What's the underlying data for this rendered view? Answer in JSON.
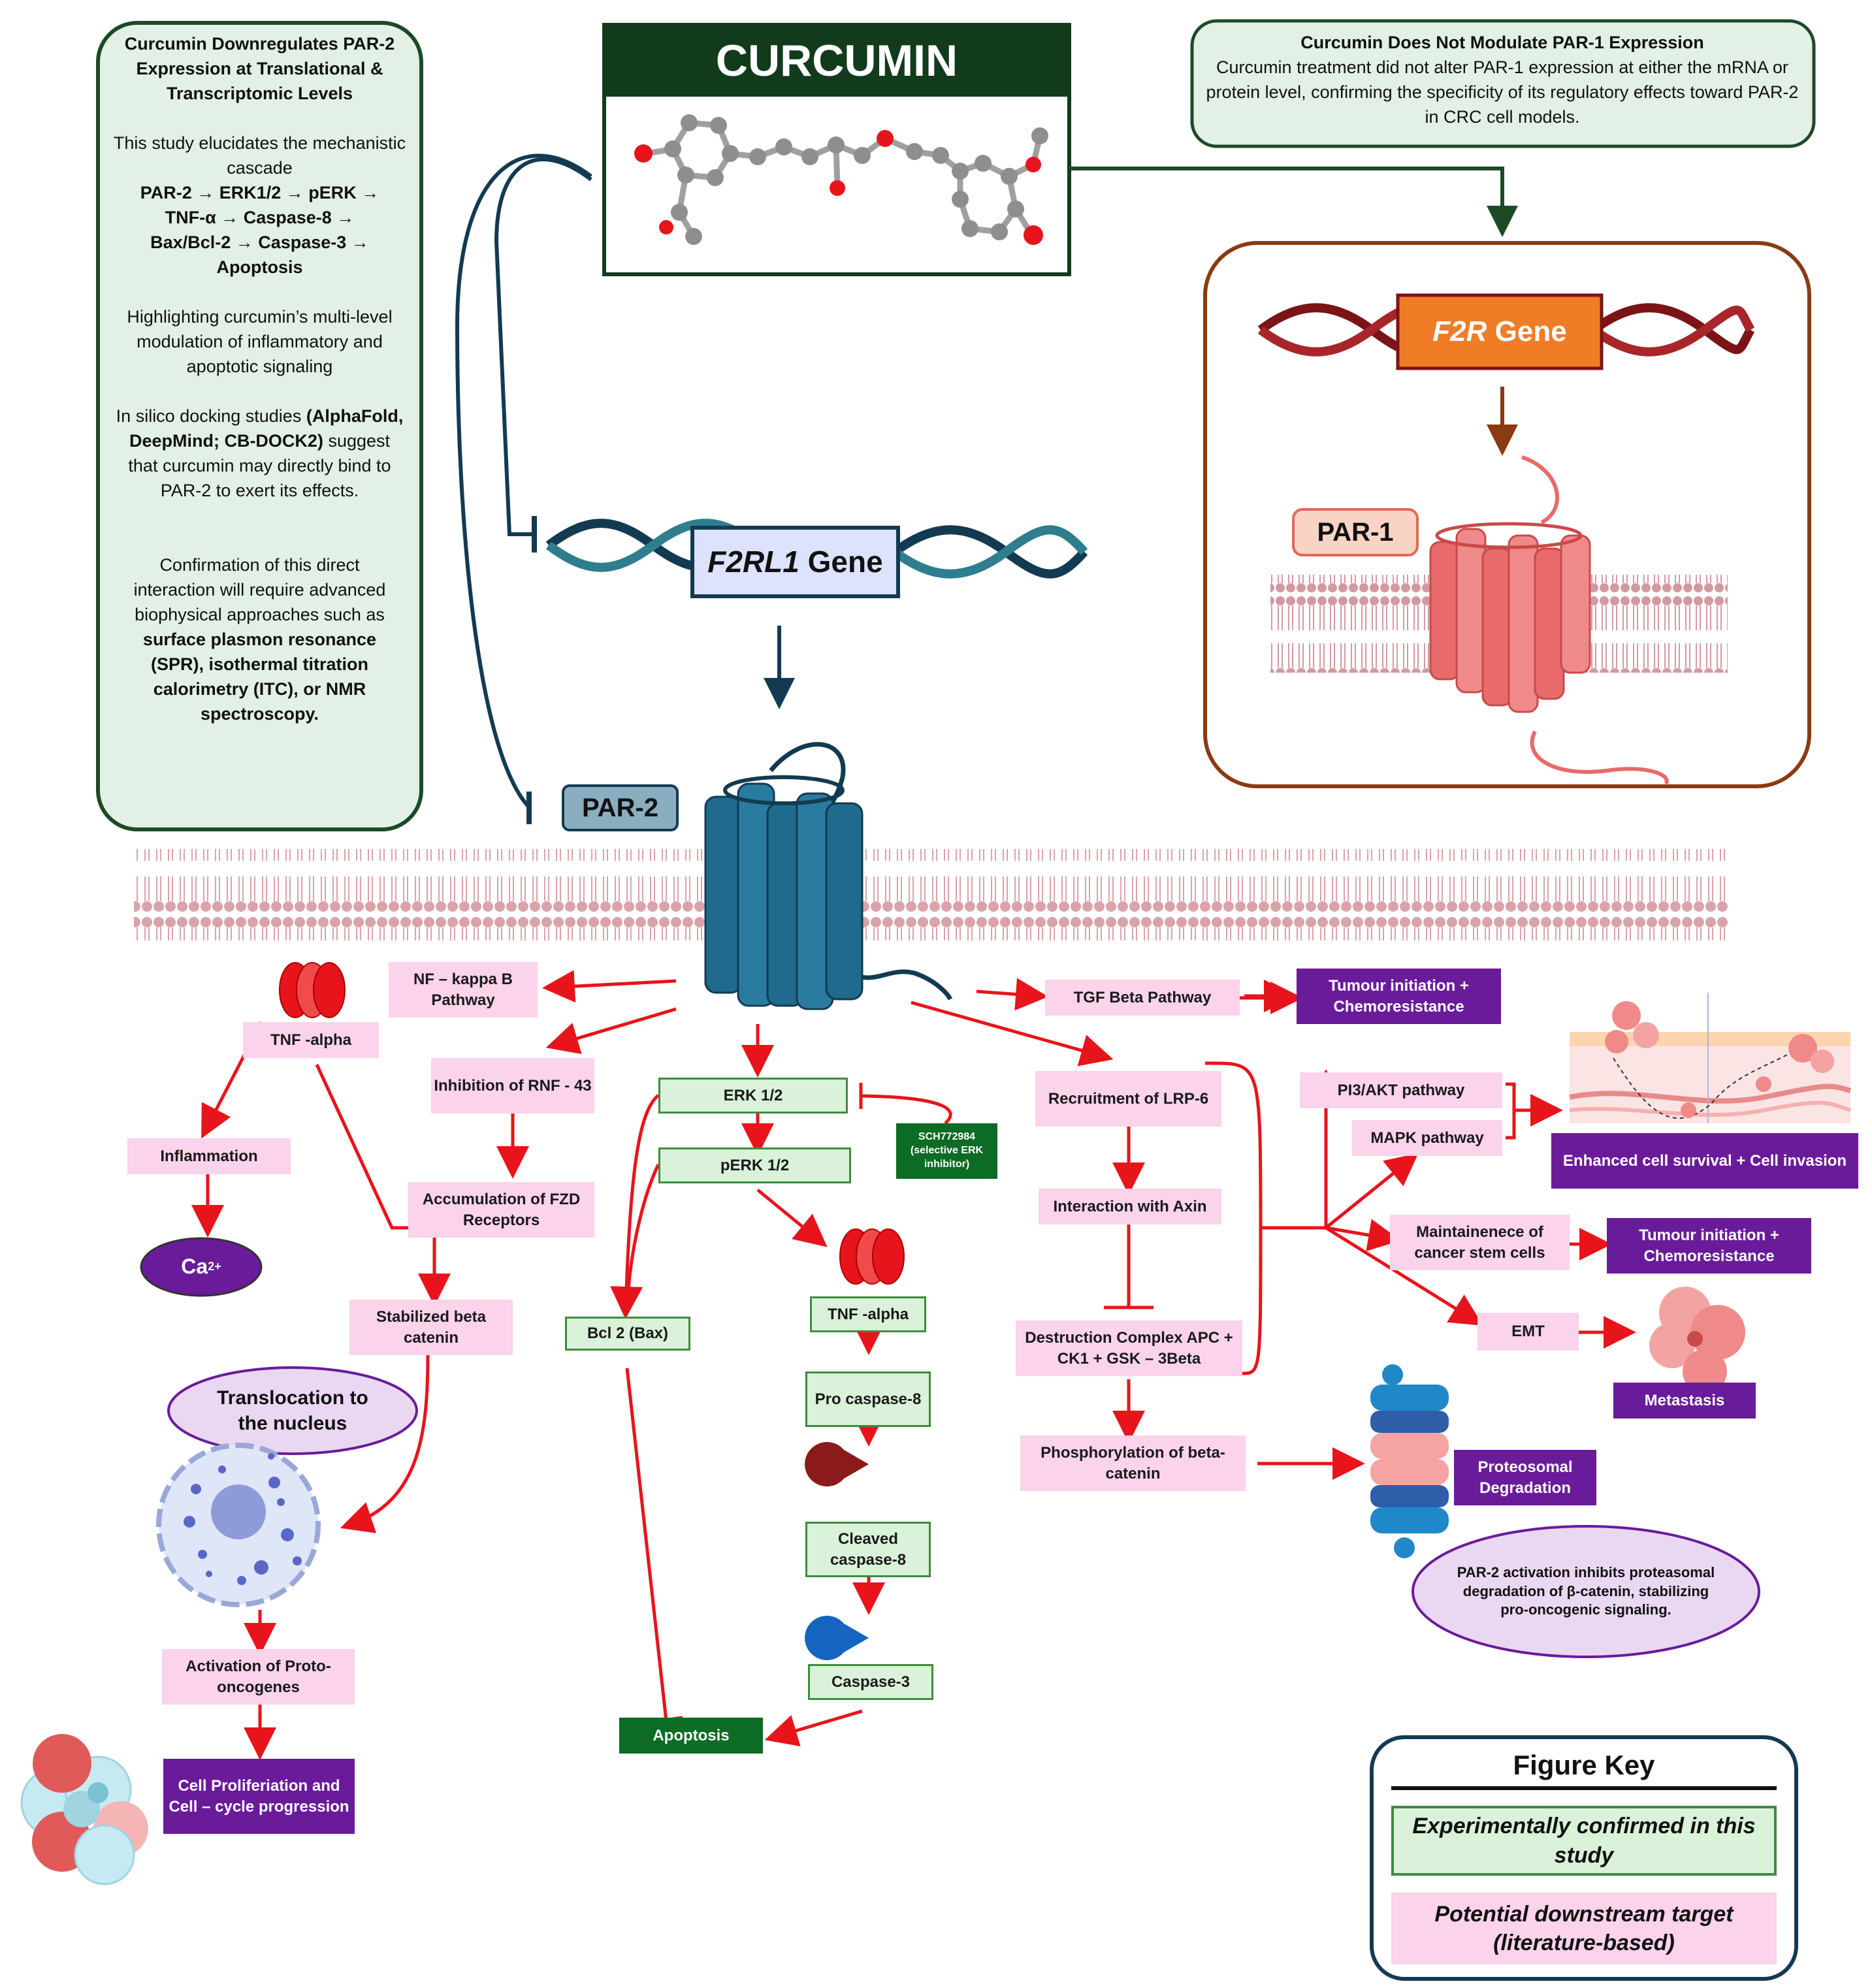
{
  "colors": {
    "arrow_red": "#e8141b",
    "dark_green": "#1d4a26",
    "panel_green_bg": "#e2f0e6",
    "pink_box": "#fbd3ea",
    "green_box": "#d9f2d9",
    "purple_box": "#6a1b9a",
    "par2_blue": "#1f6a8d",
    "par1_red": "#e86a6a",
    "dna_teal": "#123b52",
    "dna_maroon": "#7a1416",
    "gene_orange": "#f07c25",
    "brown_border": "#8b3a12"
  },
  "left_panel": {
    "title": "Curcumin Downregulates PAR-2 Expression at Translational & Transcriptomic Levels",
    "p1_text": "This study elucidates the mechanistic cascade",
    "p1_cascade": "PAR-2 → ERK1/2 → pERK → TNF-α → Caspase-8 → Bax/Bcl-2 → Caspase-3 → Apoptosis",
    "p2": "Highlighting curcumin’s multi-level modulation of inflammatory and apoptotic signaling",
    "p3_a": "In silico docking studies",
    "p3_bold": "(AlphaFold, DeepMind; CB-DOCK2)",
    "p3_b": "suggest that curcumin may directly bind to PAR-2 to exert its effects.",
    "p4_a": "Confirmation of this direct interaction will require advanced biophysical approaches such as",
    "p4_bold": "surface plasmon resonance (SPR), isothermal titration calorimetry (ITC), or NMR spectroscopy."
  },
  "curcumin": {
    "title": "CURCUMIN"
  },
  "right_panel": {
    "title": "Curcumin Does Not Modulate PAR-1 Expression",
    "body": "Curcumin treatment did not alter PAR-1 expression at either the mRNA or protein level, confirming the specificity of its regulatory effects toward PAR-2 in CRC cell models."
  },
  "genes": {
    "f2r_italic": "F2R",
    "f2r_suffix": " Gene",
    "f2rl1_italic": "F2RL1",
    "f2rl1_suffix": " Gene"
  },
  "receptors": {
    "par1": "PAR-1",
    "par2": "PAR-2"
  },
  "nodes": {
    "nfkb": "NF – kappa B Pathway",
    "tnf_left": "TNF -alpha",
    "inflammation": "Inflammation",
    "ca": "Ca",
    "ca_sup": "2+",
    "rnf43": "Inhibition of RNF - 43",
    "fzd": "Accumulation of FZD Receptors",
    "stab_beta": "Stabilized beta catenin",
    "translocation": "Translocation to the nucleus",
    "proto": "Activation of Proto-oncogenes",
    "prolif": "Cell Proliferiation and Cell – cycle progression",
    "erk": "ERK 1/2",
    "perk": "pERK 1/2",
    "sch": "SCH772984 (selective ERK inhibitor)",
    "bcl2": "Bcl 2 (Bax)",
    "tnf_mid": "TNF -alpha",
    "procasp8": "Pro caspase-8",
    "cleaved8": "Cleaved caspase-8",
    "casp3": "Caspase-3",
    "apoptosis": "Apoptosis",
    "tgf": "TGF Beta Pathway",
    "tumour1": "Tumour initiation + Chemoresistance",
    "lrp6": "Recruitment of LRP-6",
    "axin": "Interaction with Axin",
    "destruction": "Destruction Complex APC + CK1 + GSK – 3Beta",
    "phos": "Phosphorylation of beta-catenin",
    "proteo": "Proteosomal Degradation",
    "par2_note": "PAR-2 activation inhibits proteasomal degradation of β-catenin, stabilizing pro-oncogenic signaling.",
    "pi3k": "PI3/AKT pathway",
    "mapk": "MAPK pathway",
    "enhanced": "Enhanced cell survival + Cell invasion",
    "stem": "Maintainenece of cancer stem cells",
    "tumour2": "Tumour initiation + Chemoresistance",
    "emt": "EMT",
    "metastasis": "Metastasis"
  },
  "key": {
    "title": "Figure Key",
    "confirmed": "Experimentally confirmed in this study",
    "potential": "Potential downstream target (literature-based)"
  }
}
